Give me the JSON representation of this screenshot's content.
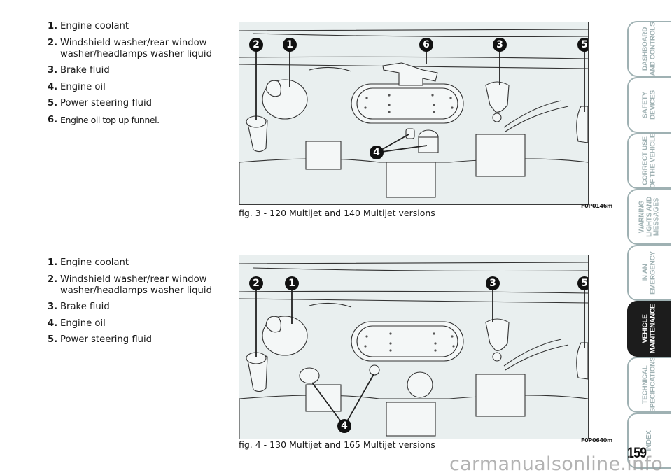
{
  "legend_top": [
    {
      "num": "1.",
      "text": "Engine coolant"
    },
    {
      "num": "2.",
      "text": "Windshield washer/rear window washer/headlamps washer liquid"
    },
    {
      "num": "3.",
      "text": "Brake fluid"
    },
    {
      "num": "4.",
      "text": "Engine oil"
    },
    {
      "num": "5.",
      "text": "Power steering fluid"
    },
    {
      "num": "6.",
      "text": "Engine oil top up funnel."
    }
  ],
  "legend_bottom": [
    {
      "num": "1.",
      "text": "Engine coolant"
    },
    {
      "num": "2.",
      "text": "Windshield washer/rear window washer/headlamps washer liquid"
    },
    {
      "num": "3.",
      "text": "Brake fluid"
    },
    {
      "num": "4.",
      "text": "Engine oil"
    },
    {
      "num": "5.",
      "text": "Power steering fluid"
    }
  ],
  "figures": [
    {
      "caption": "fig. 3 - 120 Multijet and 140 Multijet versions",
      "code": "F0P0146m",
      "callouts": [
        "2",
        "1",
        "6",
        "3",
        "5",
        "4"
      ]
    },
    {
      "caption": "fig. 4 - 130 Multijet and 165 Multijet versions",
      "code": "F0P0640m",
      "callouts": [
        "2",
        "1",
        "3",
        "5",
        "4"
      ]
    }
  ],
  "tabs": [
    {
      "label": "DASHBOARD\nAND CONTROLS",
      "active": false
    },
    {
      "label": "SAFETY\nDEVICES",
      "active": false
    },
    {
      "label": "CORRECT USE\nOF THE VEHICLE",
      "active": false
    },
    {
      "label": "WARNING\nLIGHTS AND\nMESSAGES",
      "active": false
    },
    {
      "label": "IN AN\nEMERGENCY",
      "active": false
    },
    {
      "label": "VEHICLE\nMAINTENANCE",
      "active": true
    },
    {
      "label": "TECHNICAL\nSPECIFICATIONS",
      "active": false
    },
    {
      "label": "INDEX",
      "active": false
    }
  ],
  "page_number": "159",
  "watermark": "carmanualsonline.info",
  "colors": {
    "tab_inactive": "#9fb1b3",
    "tab_active": "#1c1c1c",
    "figure_bg": "#e9efef"
  }
}
